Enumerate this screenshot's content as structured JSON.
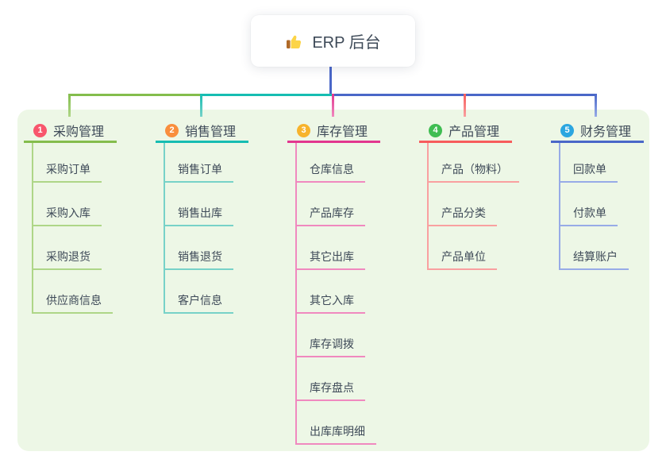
{
  "root": {
    "title": "ERP 后台",
    "icon": "thumbs-up-icon"
  },
  "branches": [
    {
      "badge": "1",
      "label": "采购管理",
      "badge_color": "#f8566c",
      "line_color": "#84bd4c",
      "child_line_color": "#aed687",
      "children": [
        "采购订单",
        "采购入库",
        "采购退货",
        "供应商信息"
      ]
    },
    {
      "badge": "2",
      "label": "销售管理",
      "badge_color": "#f98e3d",
      "line_color": "#16bdb2",
      "child_line_color": "#77d2c8",
      "children": [
        "销售订单",
        "销售出库",
        "销售退货",
        "客户信息"
      ]
    },
    {
      "badge": "3",
      "label": "库存管理",
      "badge_color": "#f7b32c",
      "line_color": "#e2378f",
      "child_line_color": "#f089bf",
      "children": [
        "仓库信息",
        "产品库存",
        "其它出库",
        "其它入库",
        "库存调拨",
        "库存盘点",
        "出库库明细"
      ]
    },
    {
      "badge": "4",
      "label": "产品管理",
      "badge_color": "#3fbd52",
      "line_color": "#f75c5c",
      "child_line_color": "#f9a0a0",
      "children": [
        "产品（物料）",
        "产品分类",
        "产品单位"
      ]
    },
    {
      "badge": "5",
      "label": "财务管理",
      "badge_color": "#2ba6e0",
      "line_color": "#4a67c8",
      "child_line_color": "#97abe7",
      "children": [
        "回款单",
        "付款单",
        "结算账户"
      ]
    }
  ],
  "colors": {
    "canvas_bg": "#ffffff",
    "panel_bg": "#edf7e6",
    "root_connector": "#4a67c8",
    "text": "#3e4a58",
    "root_card_bg": "#ffffff",
    "icon_hand": "#fcd447",
    "icon_sleeve": "#b06a28"
  }
}
